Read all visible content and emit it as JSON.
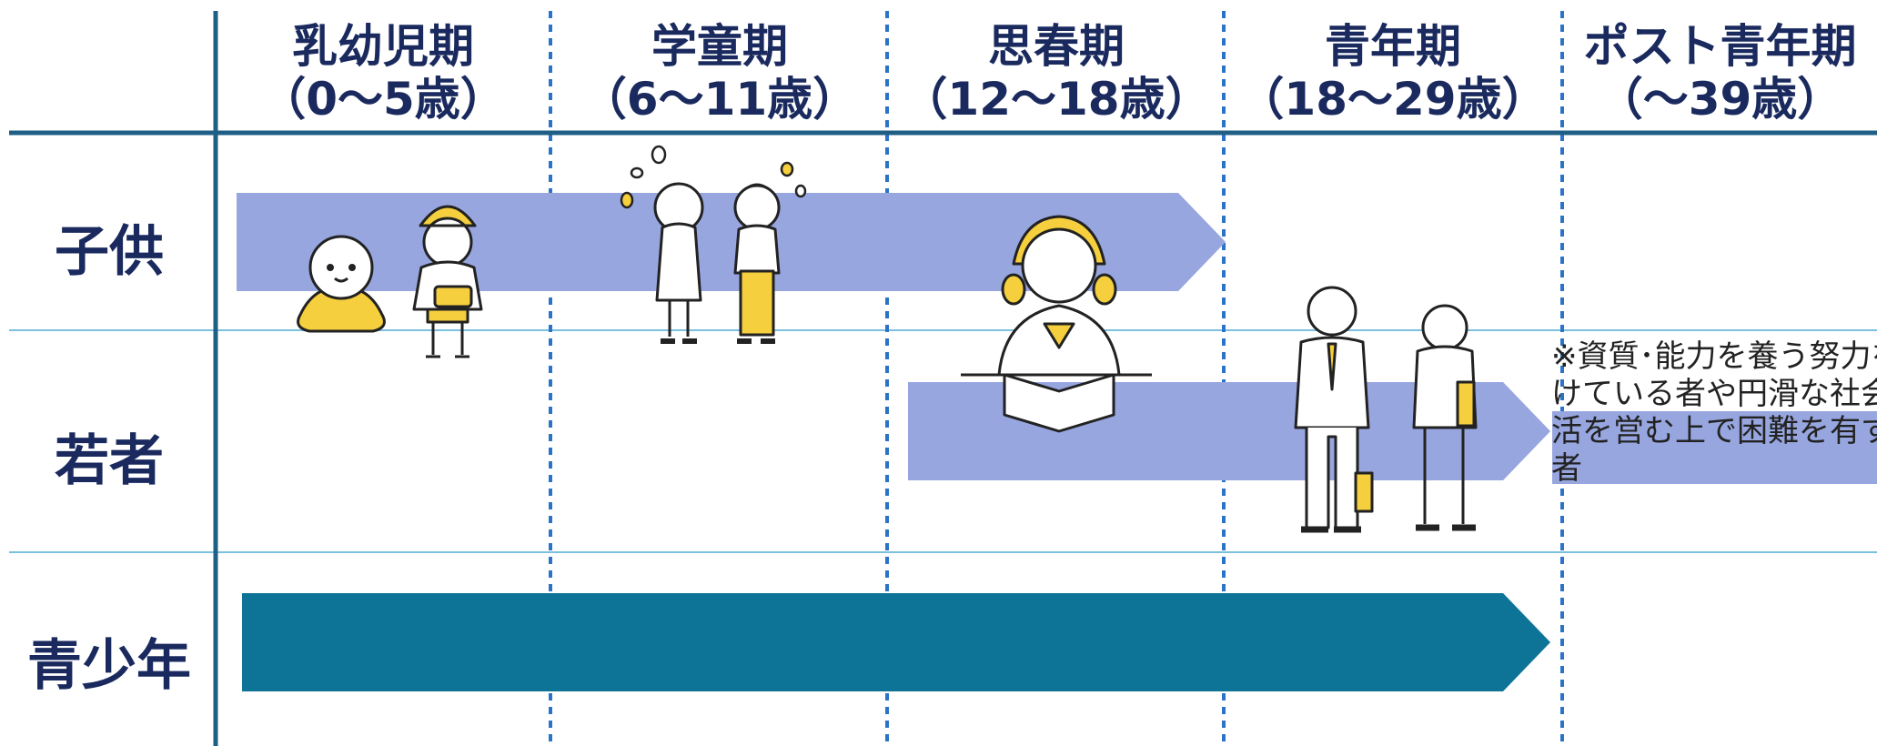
{
  "columns": [
    {
      "name": "乳幼児期",
      "age": "（0～5歳）"
    },
    {
      "name": "学童期",
      "age": "（6～11歳）"
    },
    {
      "name": "思春期",
      "age": "（12～18歳）"
    },
    {
      "name": "青年期",
      "age": "（18～29歳）"
    },
    {
      "name": "ポスト青年期",
      "age": "（～39歳）"
    }
  ],
  "rows": [
    {
      "label": "子供"
    },
    {
      "label": "若者"
    },
    {
      "label": "青少年"
    }
  ],
  "note": "※資質･能力を養う努力を続けている者や円滑な社会生活を営む上で困難を有する者",
  "colors": {
    "text": "#1a2a5e",
    "axis": "#1f5f86",
    "divider_dotted": "#2a73c6",
    "row_line": "#7cc0df",
    "arrow_light": "#97a6df",
    "arrow_dark": "#0e7497",
    "figure_yellow": "#f5cf3d"
  },
  "icons": [
    "baby-icon",
    "kindergartner-icon",
    "schoolgirl-icon",
    "schoolboy-icon",
    "student-writing-icon",
    "businessman-icon",
    "businesswoman-icon",
    "petal-icon"
  ]
}
